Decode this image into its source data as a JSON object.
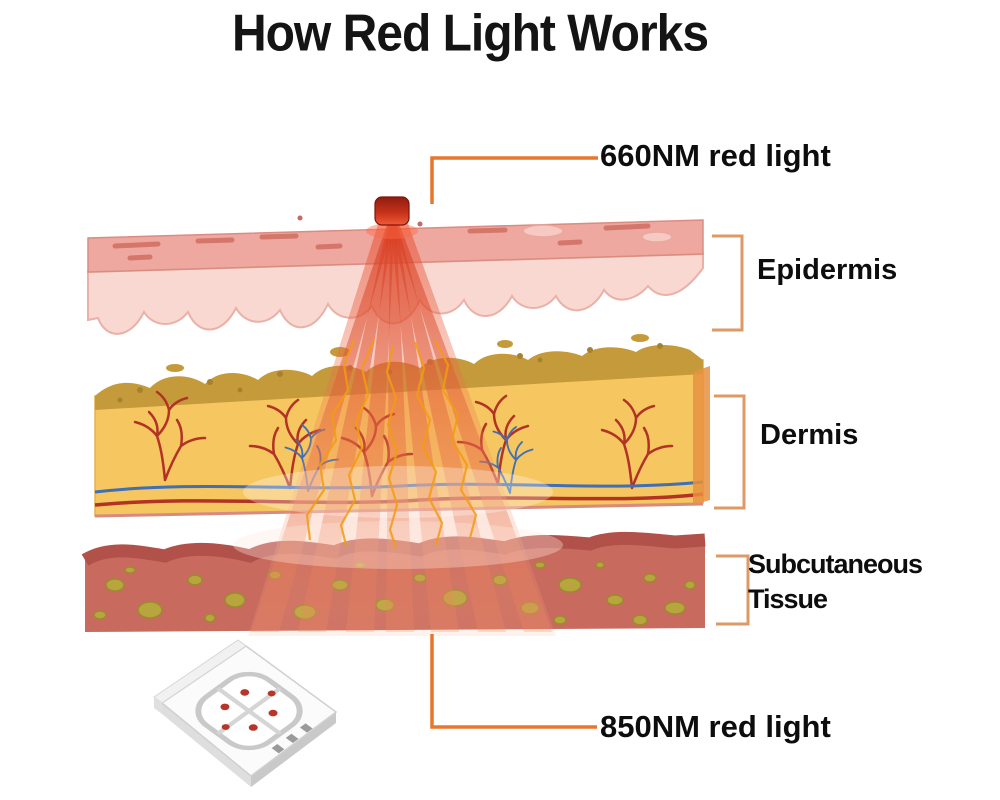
{
  "title": "How Red Light Works",
  "annotations": {
    "top_light": "660NM red light",
    "bottom_light": "850NM red light"
  },
  "layers": [
    {
      "id": "epidermis",
      "label": "Epidermis"
    },
    {
      "id": "dermis",
      "label": "Dermis"
    },
    {
      "id": "subcutaneous",
      "label": "Subcutaneous Tissue",
      "label_lines": [
        "Subcutaneous",
        "Tissue"
      ]
    }
  ],
  "colors": {
    "accent_line": "#e8772e",
    "bracket": "#dd9a66",
    "beam_red": "#d63a1f",
    "epidermis_surface": "#efa89f",
    "epidermis_body": "#f9d8d2",
    "dermis_body": "#f6c661",
    "dermis_papillae": "#c59a3b",
    "vessel_red": "#b23324",
    "vessel_blue": "#3f6fb5",
    "subcutaneous_body": "#c96a5f",
    "subcutaneous_top": "#b2514a",
    "fat_cell": "#b7a93c",
    "led_red": "#c6311a",
    "text": "#111111"
  }
}
